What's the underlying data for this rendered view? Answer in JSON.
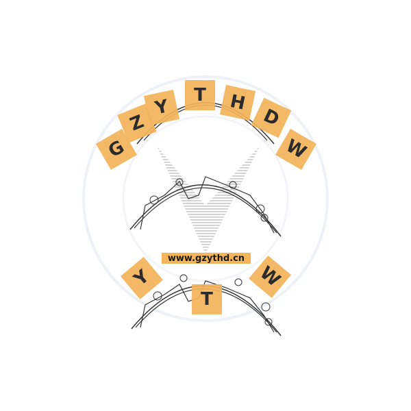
{
  "watermark": {
    "top_letters": [
      "G",
      "Z",
      "Y",
      "T",
      "H",
      "D",
      "W"
    ],
    "bottom_letters": [
      "Y",
      "T",
      "W"
    ],
    "url": "www.gzythd.cn",
    "tile_color": "#f3b45a"
  },
  "product": {
    "name": "brake-shoe-pair",
    "count": 2
  }
}
